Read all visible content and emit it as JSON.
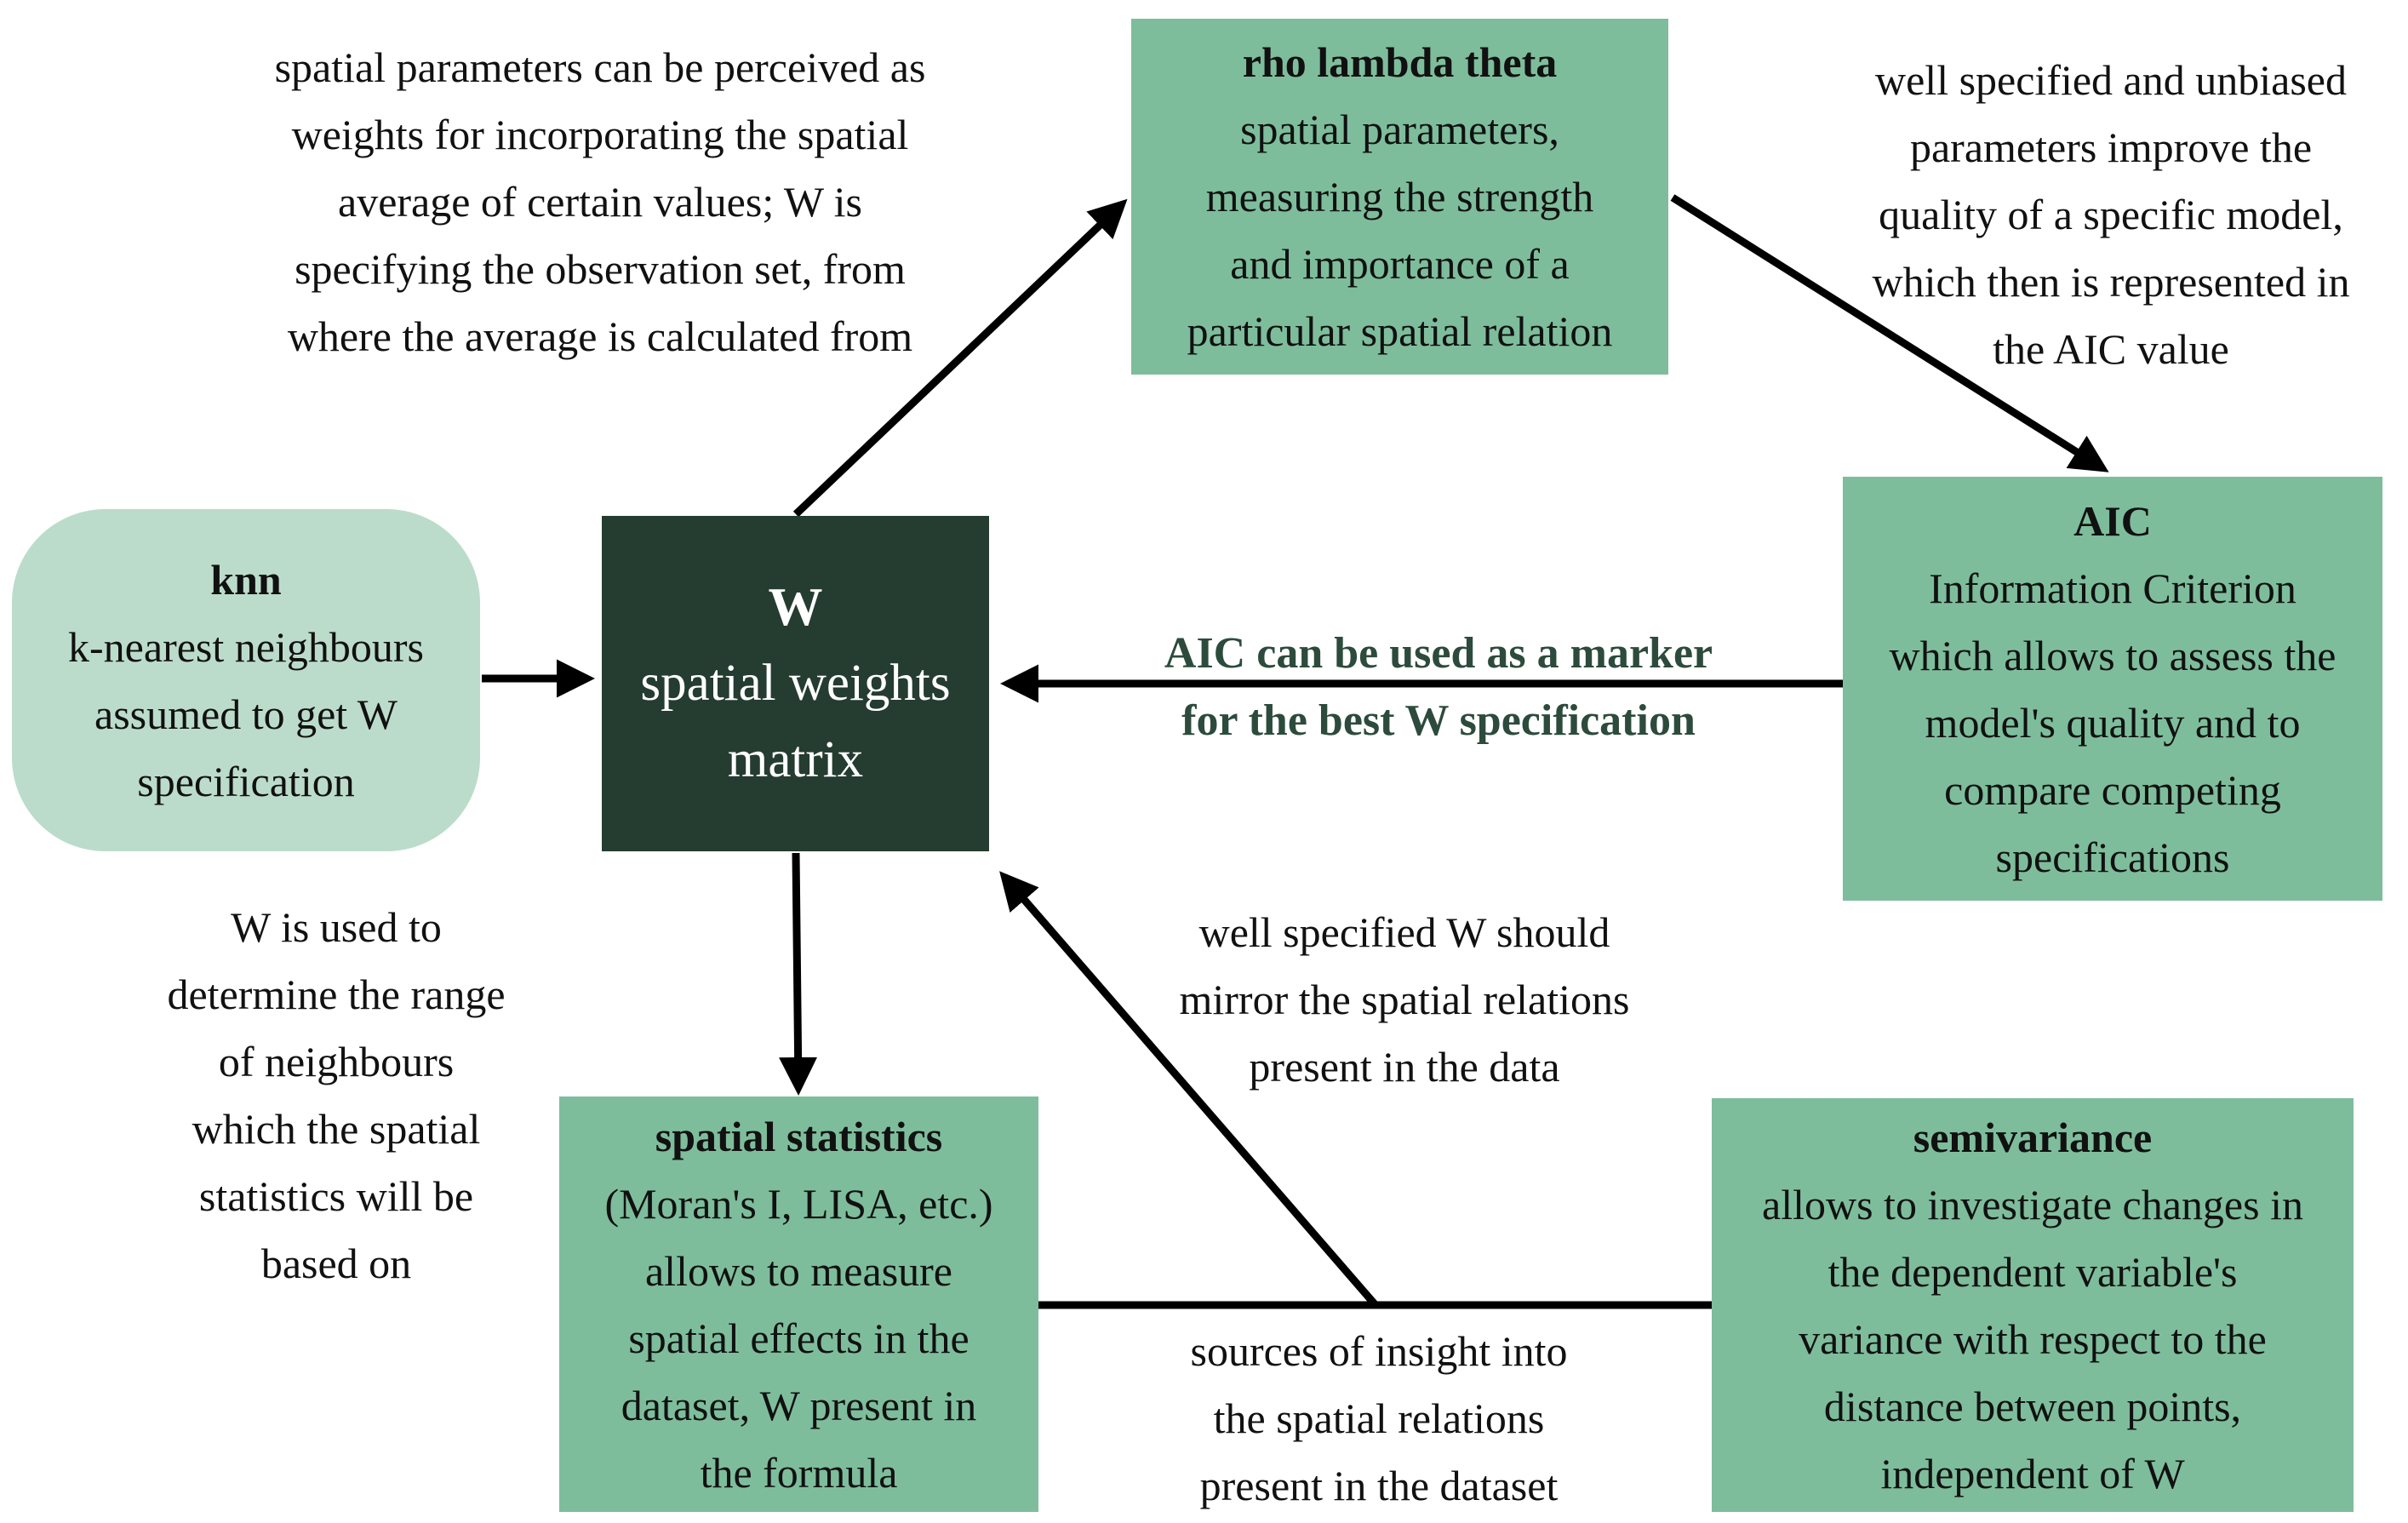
{
  "nodes": {
    "knn": {
      "title": "knn",
      "lines": [
        "k-nearest neighbours",
        "assumed to get W",
        "specification"
      ]
    },
    "w_matrix": {
      "title": "W",
      "lines": [
        "spatial weights",
        "matrix"
      ]
    },
    "rho_lambda_theta": {
      "title": "rho lambda theta",
      "lines": [
        "spatial parameters,",
        "measuring the strength",
        "and importance of a",
        "particular spatial relation"
      ]
    },
    "aic": {
      "title": "AIC",
      "lines": [
        "Information Criterion",
        "which allows to assess the",
        "model's quality and to",
        "compare competing",
        "specifications"
      ]
    },
    "spatial_statistics": {
      "title": "spatial statistics",
      "lines": [
        "(Moran's I, LISA, etc.)",
        "allows to measure",
        "spatial effects in the",
        "dataset, W present in",
        "the formula"
      ]
    },
    "semivariance": {
      "title": "semivariance",
      "lines": [
        "allows to investigate changes in",
        "the dependent variable's",
        "variance with respect to the",
        "distance between points,",
        "independent of W"
      ]
    }
  },
  "annotations": {
    "spatial_params_note": [
      "spatial parameters can be perceived as",
      "weights for incorporating the spatial",
      "average of certain values; W is",
      "specifying the observation set,  from",
      "where the average is calculated from"
    ],
    "unbiased_note": [
      "well specified and unbiased",
      "parameters improve the",
      "quality of a specific model,",
      "which then is represented in",
      "the AIC value"
    ],
    "aic_marker_note": [
      "AIC can be used as a marker",
      "for the best W specification"
    ],
    "w_range_note": [
      "W is used to",
      "determine the range",
      "of neighbours",
      "which the spatial",
      "statistics will be",
      "based on"
    ],
    "mirror_note": [
      "well specified W should",
      "mirror the spatial relations",
      "present in the data"
    ],
    "insight_note": [
      "sources of insight into",
      "the spatial relations",
      "present in the dataset"
    ]
  },
  "colors": {
    "box_green": "#7ebd9c",
    "box_pale_green": "#bcdccb",
    "box_dark_green": "#253c31",
    "accent_text": "#2c4b3c",
    "arrow": "#000000"
  }
}
